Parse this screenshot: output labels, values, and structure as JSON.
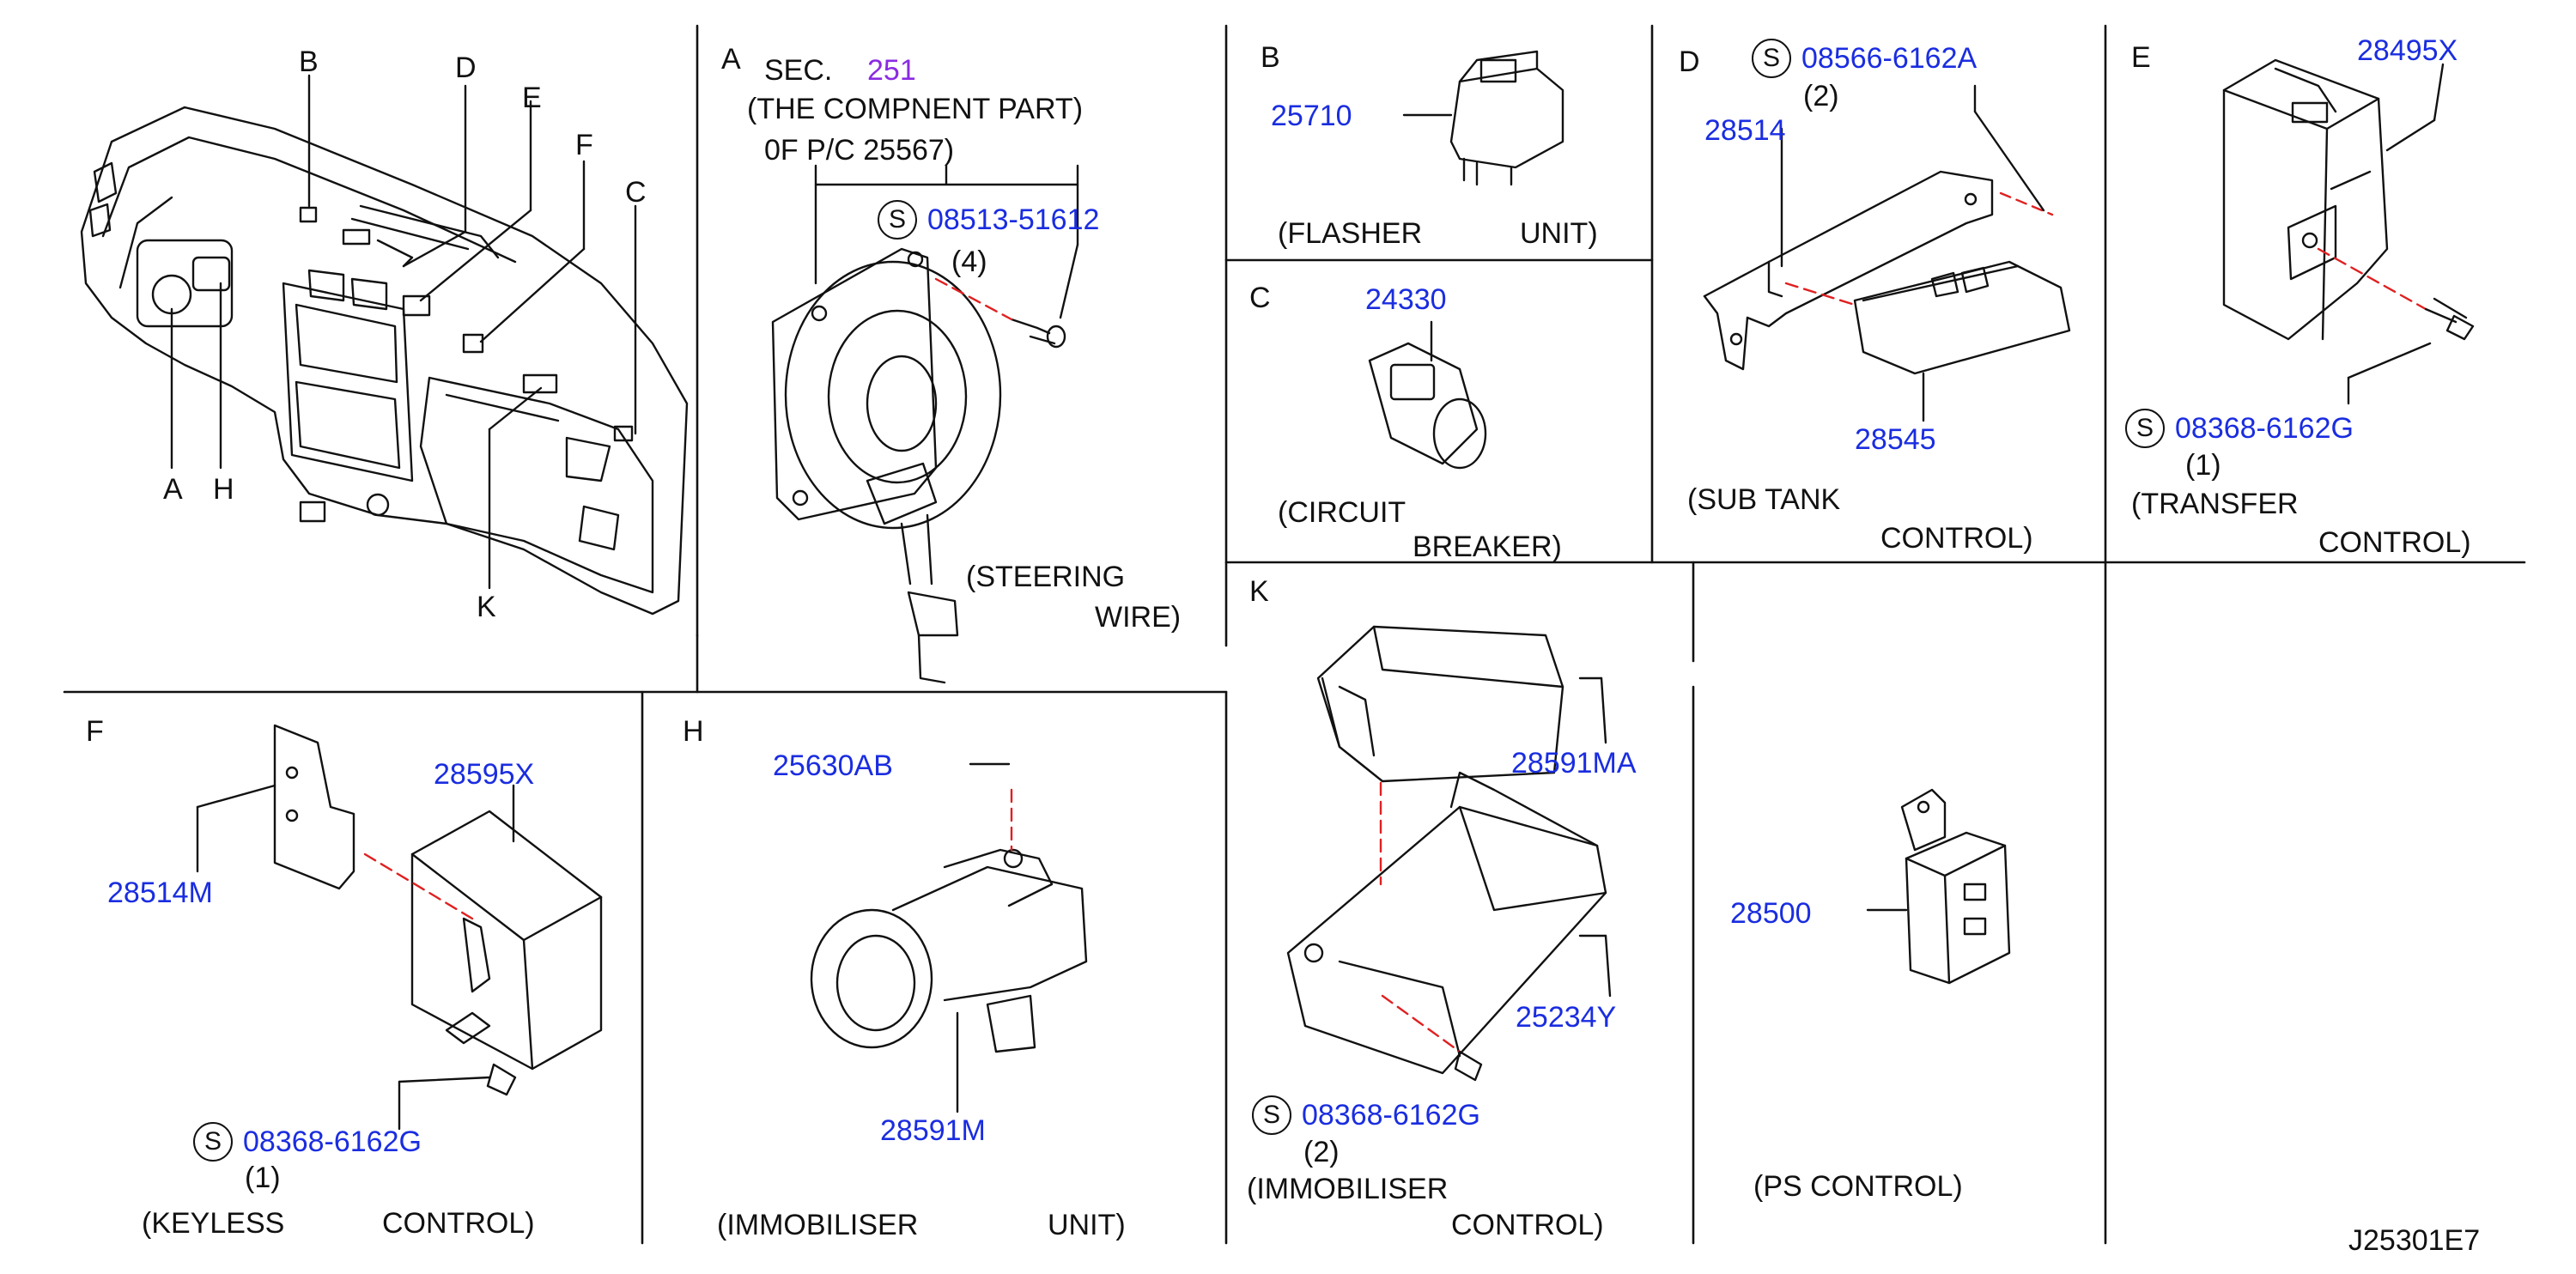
{
  "colors": {
    "line": "#111111",
    "part_number": "#1a2de0",
    "section_ref": "#8a2be2",
    "center_line": "#e02020"
  },
  "overview": {
    "labels": [
      "B",
      "D",
      "E",
      "F",
      "C",
      "A",
      "H",
      "K"
    ]
  },
  "panels": {
    "A": {
      "letter": "A",
      "sec_prefix": "SEC.",
      "sec_number": "251",
      "note_line1": "(THE   COMPNENT   PART)",
      "note_line2": "0F   P/C   25567)",
      "screw_symbol": "S",
      "screw_part": "08513-51612",
      "screw_qty": "(4)",
      "caption_line1": "(STEERING",
      "caption_line2": "WIRE)"
    },
    "B": {
      "letter": "B",
      "part": "25710",
      "caption_word1": "(FLASHER",
      "caption_word2": "UNIT)"
    },
    "C": {
      "letter": "C",
      "part": "24330",
      "caption_line1": "(CIRCUIT",
      "caption_line2": "BREAKER)"
    },
    "D": {
      "letter": "D",
      "screw_symbol": "S",
      "screw_part": "08566-6162A",
      "screw_qty": "(2)",
      "bracket_part": "28514",
      "unit_part": "28545",
      "caption_line1": "(SUB   TANK",
      "caption_line2": "CONTROL)"
    },
    "E": {
      "letter": "E",
      "unit_part": "28495X",
      "screw_symbol": "S",
      "screw_part": "08368-6162G",
      "screw_qty": "(1)",
      "caption_line1": "(TRANSFER",
      "caption_line2": "CONTROL)"
    },
    "F": {
      "letter": "F",
      "unit_part": "28595X",
      "bracket_part": "28514M",
      "screw_symbol": "S",
      "screw_part": "08368-6162G",
      "screw_qty": "(1)",
      "caption_word1": "(KEYLESS",
      "caption_word2": "CONTROL)"
    },
    "H": {
      "letter": "H",
      "ring_part": "25630AB",
      "unit_part": "28591M",
      "caption_word1": "(IMMOBILISER",
      "caption_word2": "UNIT)"
    },
    "K": {
      "letter": "K",
      "unit_part": "28591MA",
      "bracket_part": "25234Y",
      "screw_symbol": "S",
      "screw_part": "08368-6162G",
      "screw_qty": "(2)",
      "caption_line1": "(IMMOBILISER",
      "caption_line2": "CONTROL)"
    },
    "PS": {
      "part": "28500",
      "caption": "(PS   CONTROL)"
    }
  },
  "drawing_code": "J25301E7"
}
